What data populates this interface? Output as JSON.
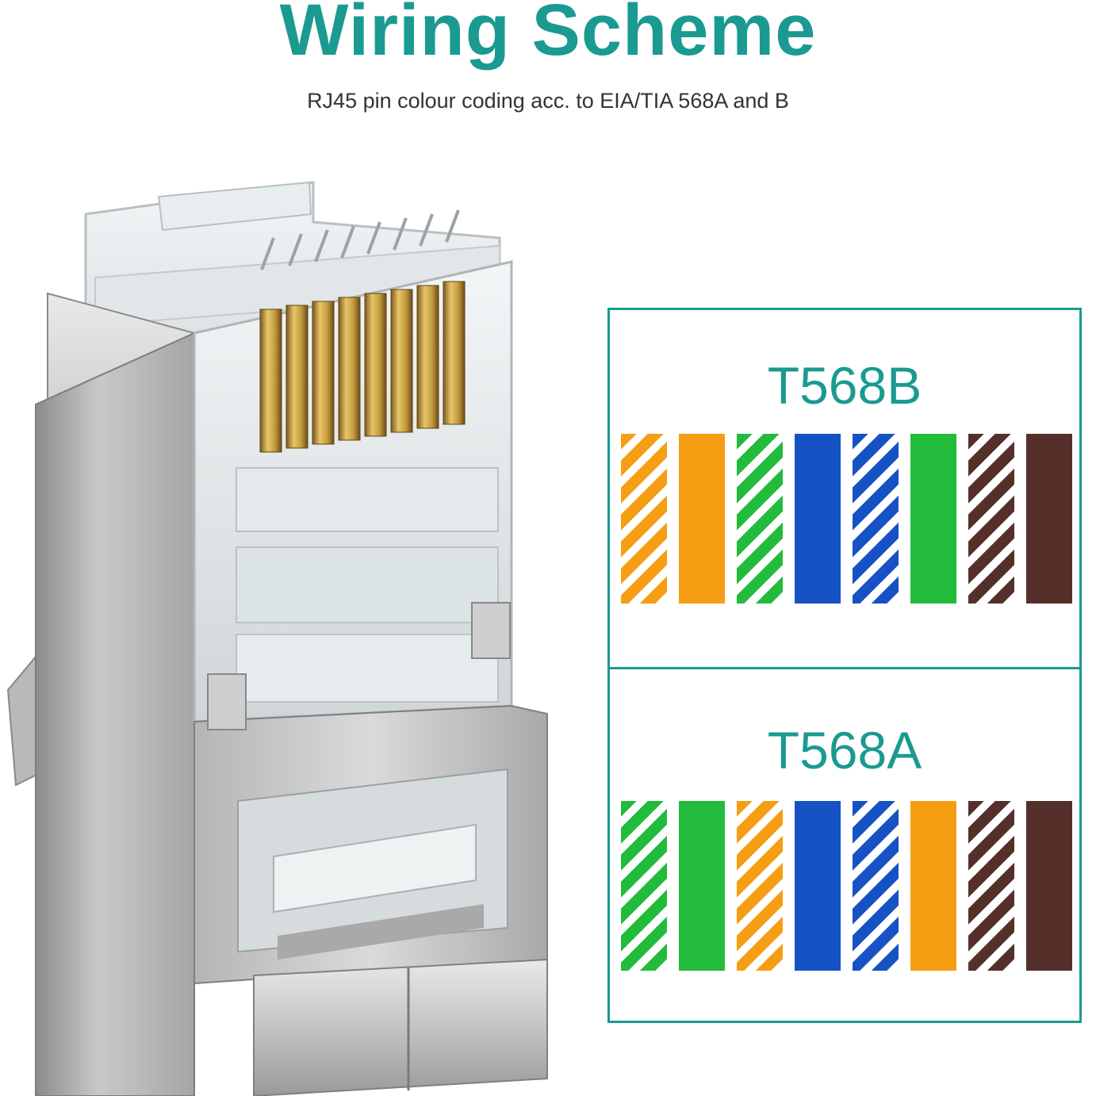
{
  "header": {
    "title": "Wiring Scheme",
    "subtitle": "RJ45 pin colour coding acc. to EIA/TIA 568A and B"
  },
  "colors": {
    "accent": "#1a9a91",
    "orange": "#f59e14",
    "green": "#22bb3c",
    "blue": "#1652c4",
    "brown": "#55302a",
    "white": "#ffffff"
  },
  "standards": [
    {
      "label": "T568B",
      "pins": [
        {
          "color": "orange",
          "striped": true
        },
        {
          "color": "orange",
          "striped": false
        },
        {
          "color": "green",
          "striped": true
        },
        {
          "color": "blue",
          "striped": false
        },
        {
          "color": "blue",
          "striped": true
        },
        {
          "color": "green",
          "striped": false
        },
        {
          "color": "brown",
          "striped": true
        },
        {
          "color": "brown",
          "striped": false
        }
      ]
    },
    {
      "label": "T568A",
      "pins": [
        {
          "color": "green",
          "striped": true
        },
        {
          "color": "green",
          "striped": false
        },
        {
          "color": "orange",
          "striped": true
        },
        {
          "color": "blue",
          "striped": false
        },
        {
          "color": "blue",
          "striped": true
        },
        {
          "color": "orange",
          "striped": false
        },
        {
          "color": "brown",
          "striped": true
        },
        {
          "color": "brown",
          "striped": false
        }
      ]
    }
  ],
  "illustration": {
    "name": "shielded-rj45-connector",
    "pin_count": 8
  }
}
